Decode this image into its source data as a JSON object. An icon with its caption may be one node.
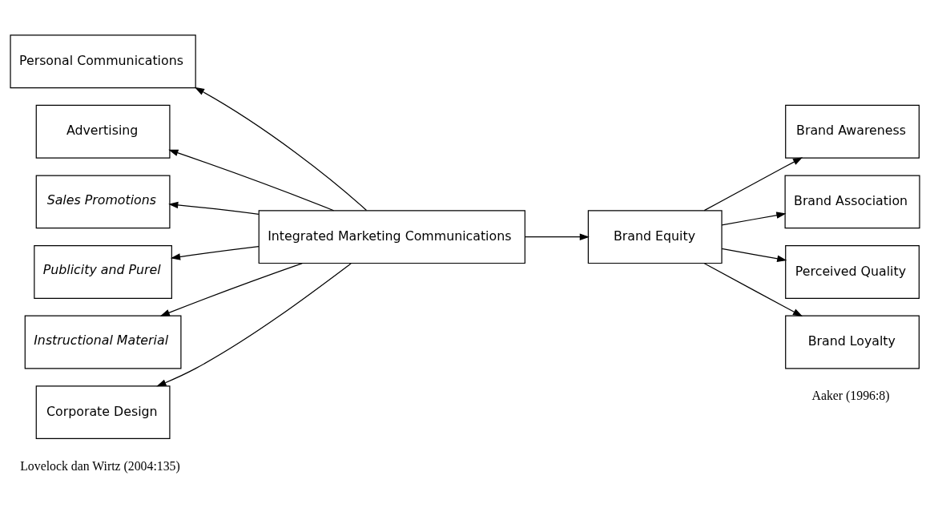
{
  "diagram": {
    "nodes": [
      {
        "text": [
          "Personal Communications"
        ]
      },
      {
        "text": [
          "Advertising"
        ]
      },
      {
        "text": [
          "Sales Promotions"
        ]
      },
      {
        "text": [
          "Publicity and Purel"
        ]
      },
      {
        "text": [
          "Instructional Material"
        ]
      },
      {
        "text": [
          "Corporate Design"
        ]
      },
      {
        "text": [
          "Integrated Marketing Communications"
        ]
      },
      {
        "text": [
          "Brand Equity"
        ]
      },
      {
        "text": [
          "Brand Awareness"
        ]
      },
      {
        "text": [
          "Brand Association"
        ]
      },
      {
        "text": [
          "Perceived Quality"
        ]
      },
      {
        "text": [
          "Brand Loyalty"
        ]
      }
    ],
    "edges": [
      {
        "from": 6,
        "to": 0,
        "arrow": "to"
      },
      {
        "from": 6,
        "to": 1,
        "arrow": "to"
      },
      {
        "from": 6,
        "to": 2,
        "arrow": "to"
      },
      {
        "from": 6,
        "to": 3,
        "arrow": "to"
      },
      {
        "from": 6,
        "to": 4,
        "arrow": "to"
      },
      {
        "from": 6,
        "to": 5,
        "arrow": "to"
      },
      {
        "from": 6,
        "to": 7,
        "arrow": "to"
      },
      {
        "from": 7,
        "to": 8,
        "arrow": "to"
      },
      {
        "from": 7,
        "to": 9,
        "arrow": "to"
      },
      {
        "from": 7,
        "to": 10,
        "arrow": "to"
      },
      {
        "from": 7,
        "to": 11,
        "arrow": "to"
      }
    ],
    "labels": [
      "Aaker (1996:8)",
      "Lovelock dan Wirtz (2004:135)"
    ]
  }
}
